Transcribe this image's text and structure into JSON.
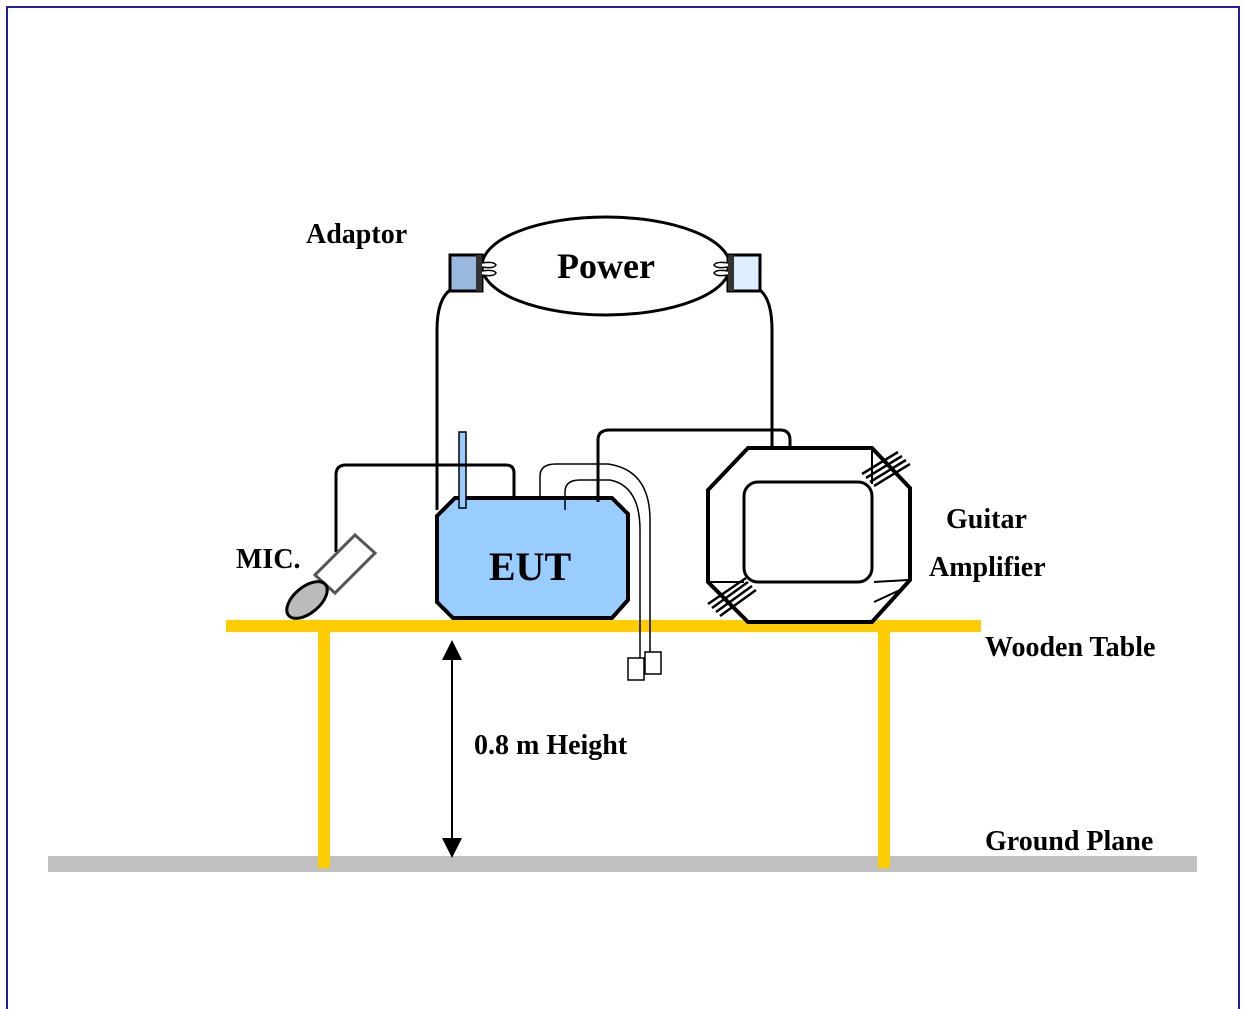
{
  "labels": {
    "adaptor": "Adaptor",
    "power": "Power",
    "mic": "MIC.",
    "eut": "EUT",
    "guitar": "Guitar",
    "amplifier": "Amplifier",
    "wooden_table": "Wooden Table",
    "height": "0.8 m Height",
    "ground_plane": "Ground Plane"
  },
  "colors": {
    "frame": "#2020a0",
    "table": "#ffcc00",
    "ground": "#c0c0c0",
    "eut_fill": "#99ccff",
    "adaptor_fill": "#99b8dd",
    "adaptor_right_fill": "#ddeeff"
  },
  "icons": [
    "microphone-icon",
    "eut-box",
    "guitar-amplifier-box",
    "power-ellipse",
    "adaptor-plug-icon",
    "height-arrow-icon"
  ]
}
